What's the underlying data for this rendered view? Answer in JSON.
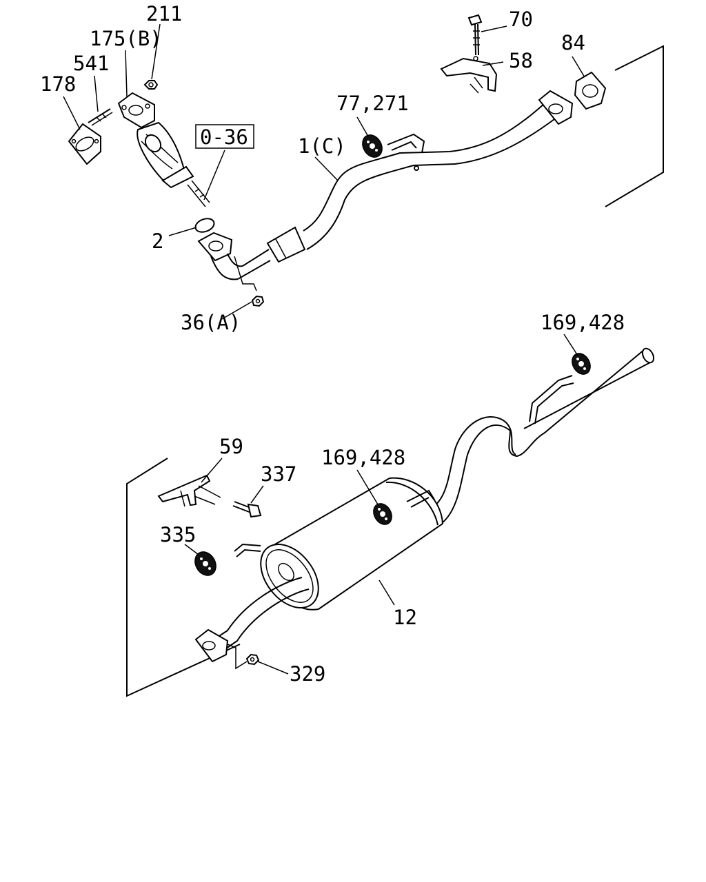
{
  "labels": {
    "p211": "211",
    "p175b": "175(B)",
    "p541": "541",
    "p178": "178",
    "ref036": "0-36",
    "p2": "2",
    "p36a": "36(A)",
    "p1c": "1(C)",
    "p77_271": "77,271",
    "p70": "70",
    "p58": "58",
    "p84": "84",
    "p169_428_top": "169,428",
    "p169_428_mid": "169,428",
    "p59": "59",
    "p337": "337",
    "p335": "335",
    "p12": "12",
    "p329": "329"
  },
  "colors": {
    "line": "#000000",
    "background": "#ffffff",
    "hanger": "#111111"
  }
}
